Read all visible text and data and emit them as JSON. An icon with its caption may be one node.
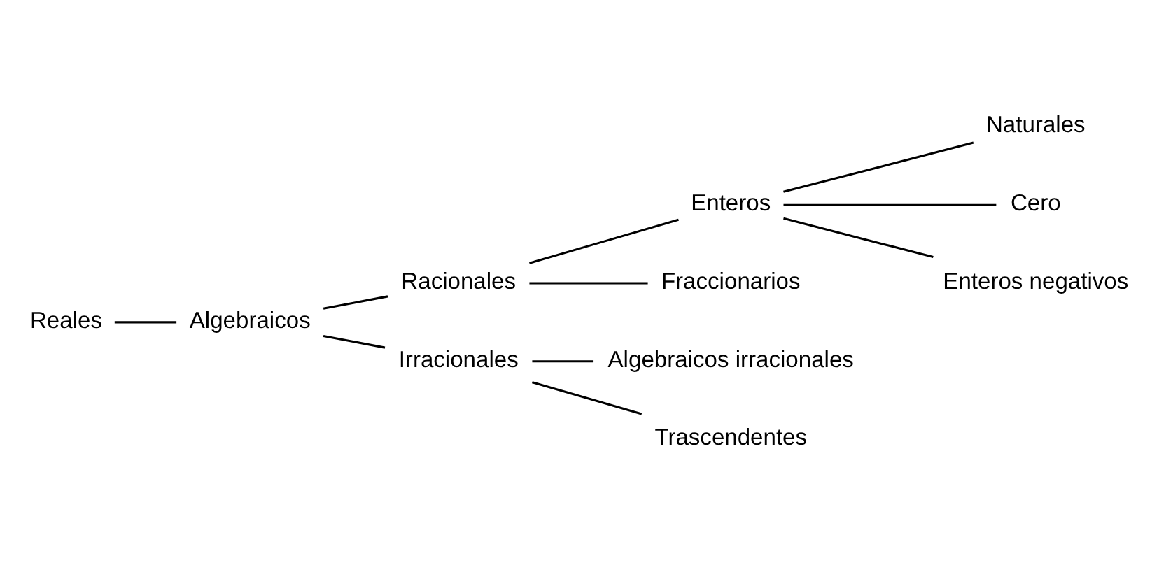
{
  "diagram": {
    "nodes": [
      {
        "text": [
          "Reales"
        ]
      },
      {
        "text": [
          "Algebraicos"
        ]
      },
      {
        "text": [
          "Racionales"
        ]
      },
      {
        "text": [
          "Irracionales"
        ]
      },
      {
        "text": [
          "Enteros"
        ]
      },
      {
        "text": [
          "Fraccionarios"
        ]
      },
      {
        "text": [
          "Naturales"
        ]
      },
      {
        "text": [
          "Cero"
        ]
      },
      {
        "text": [
          "Enteros negativos"
        ]
      },
      {
        "text": [
          "Algebraicos irracionales"
        ]
      },
      {
        "text": [
          "Trascendentes"
        ]
      }
    ],
    "edges": [
      {
        "from": 0,
        "to": 1,
        "arrow": "none"
      },
      {
        "from": 1,
        "to": 2,
        "arrow": "none"
      },
      {
        "from": 1,
        "to": 3,
        "arrow": "none"
      },
      {
        "from": 2,
        "to": 4,
        "arrow": "none"
      },
      {
        "from": 2,
        "to": 5,
        "arrow": "none"
      },
      {
        "from": 4,
        "to": 6,
        "arrow": "none"
      },
      {
        "from": 4,
        "to": 7,
        "arrow": "none"
      },
      {
        "from": 4,
        "to": 8,
        "arrow": "none"
      },
      {
        "from": 3,
        "to": 9,
        "arrow": "none"
      },
      {
        "from": 3,
        "to": 10,
        "arrow": "none"
      }
    ]
  }
}
